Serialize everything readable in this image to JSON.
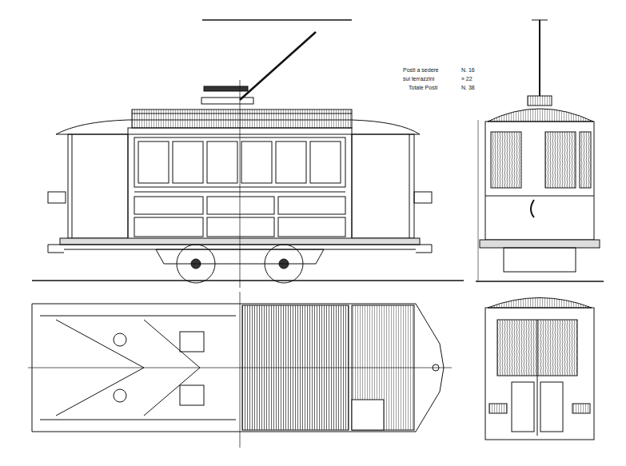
{
  "diagram": {
    "labels": [
      "Posti a sedere",
      "N. 16",
      "sui terrazzini",
      "» 22",
      "Totale Posti",
      "N. 38"
    ]
  }
}
